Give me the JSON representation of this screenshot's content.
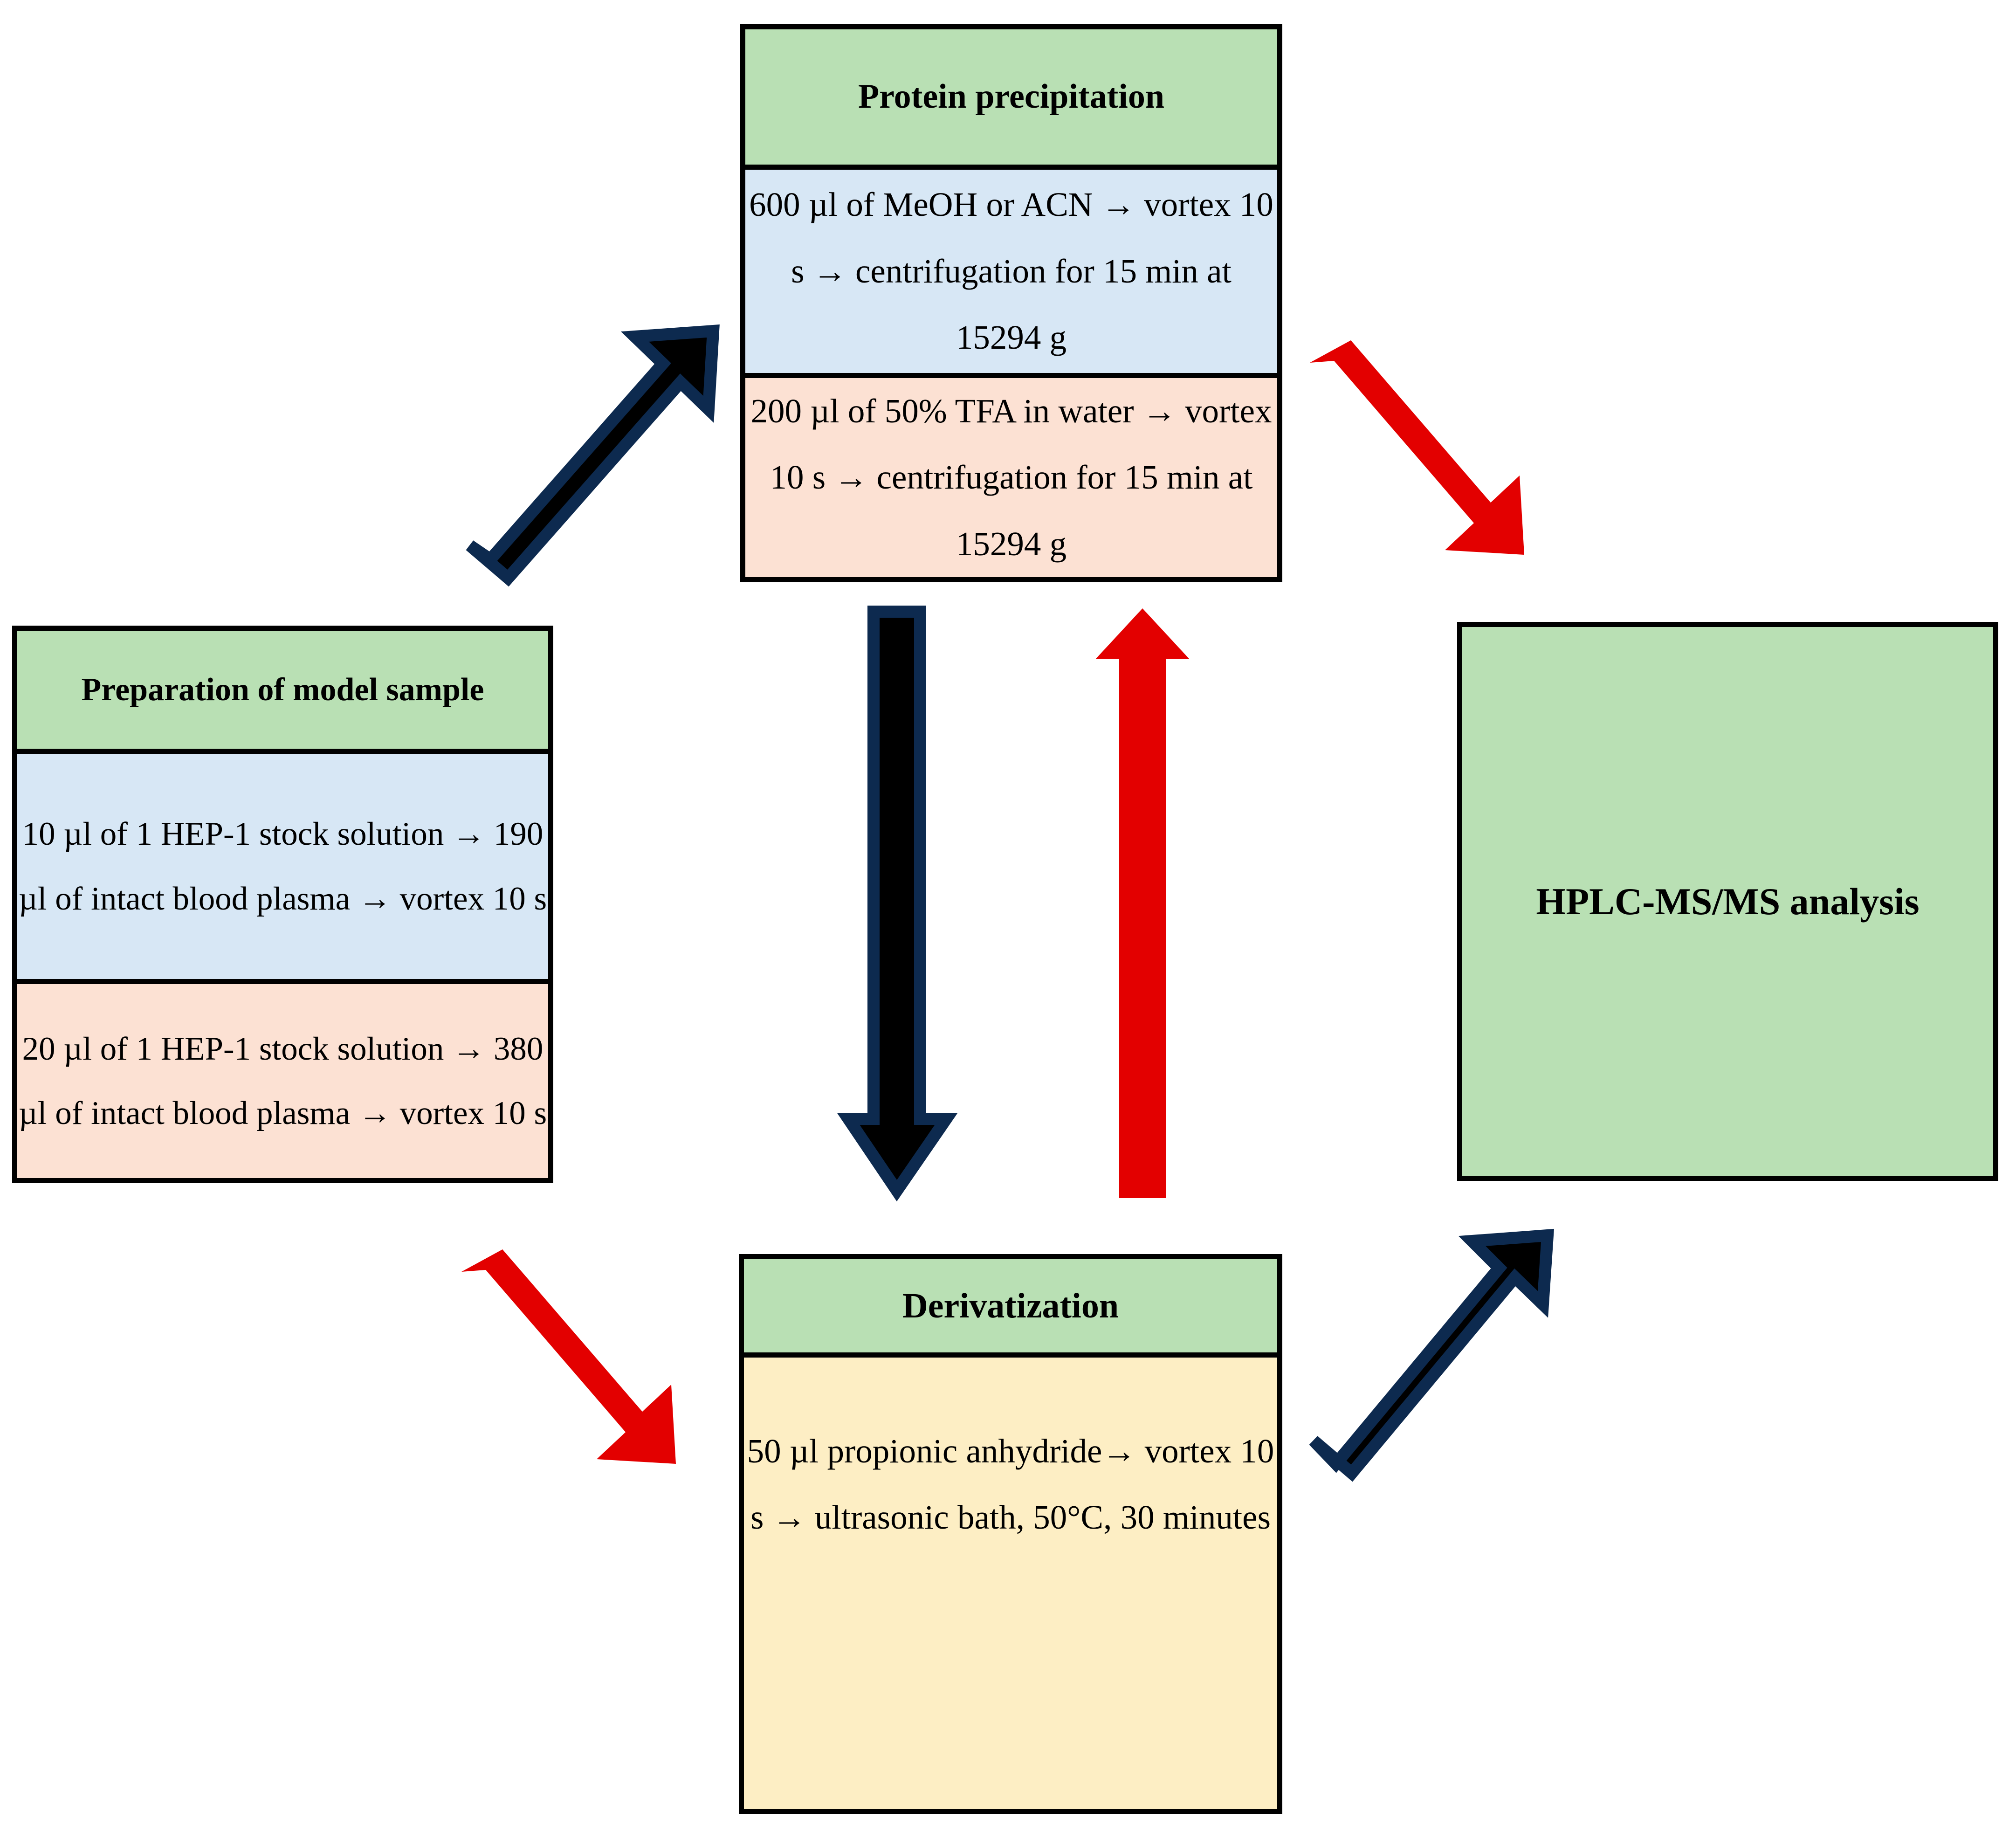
{
  "diagram": {
    "title": "Sample preparation and analysis workflow",
    "colors": {
      "header_green": "#b9e0b4",
      "blue_section": "#d7e7f5",
      "pink_section": "#fce1d3",
      "yellow_section": "#fdeec4",
      "black_arrow_fill": "#000000",
      "black_arrow_outline": "#0d2a4f",
      "red_arrow": "#e30000",
      "border": "#000000"
    }
  },
  "boxes": {
    "preparation": {
      "header": "Preparation of model sample",
      "blue_text": "10 µl of 1 HEP-1 stock solution → 190 µl of intact blood plasma → vortex 10 s",
      "pink_text": "20 µl of 1 HEP-1 stock solution → 380 µl of intact blood plasma → vortex 10 s"
    },
    "protein_precipitation": {
      "header": "Protein precipitation",
      "blue_text": "600 µl of MeOH or ACN → vortex 10 s → centrifugation for 15 min at 15294 g",
      "pink_text": "200 µl of 50% TFA in water → vortex 10 s → centrifugation for 15 min at 15294 g"
    },
    "derivatization": {
      "header": "Derivatization",
      "yellow_text": "50 µl propionic anhydride→ vortex 10 s → ultrasonic bath, 50°C, 30 minutes"
    },
    "analysis": {
      "header": "HPLC-MS/MS analysis"
    }
  },
  "arrows": [
    {
      "name": "prep-to-precipitation",
      "color": "black",
      "direction": "up-right"
    },
    {
      "name": "precipitation-to-analysis",
      "color": "red",
      "direction": "down-right"
    },
    {
      "name": "precipitation-to-derivatization",
      "color": "black",
      "direction": "down"
    },
    {
      "name": "derivatization-to-precipitation",
      "color": "red",
      "direction": "up"
    },
    {
      "name": "prep-to-derivatization",
      "color": "red",
      "direction": "down-right"
    },
    {
      "name": "derivatization-to-analysis",
      "color": "black",
      "direction": "up-right"
    }
  ]
}
